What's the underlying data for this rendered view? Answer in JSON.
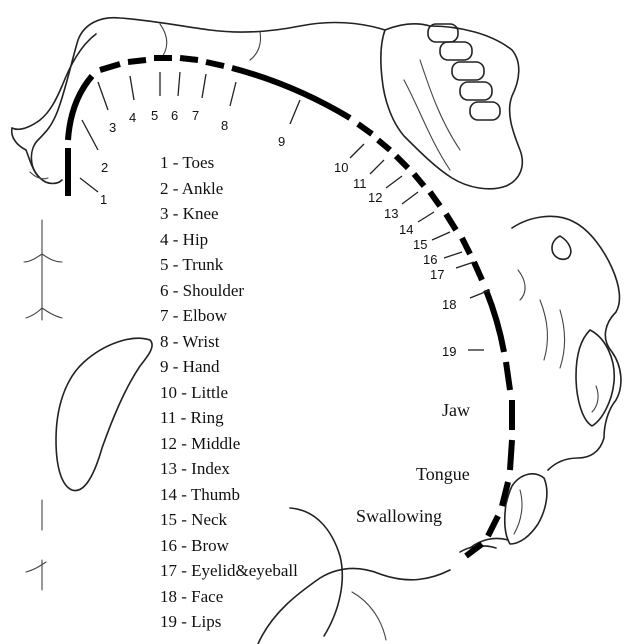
{
  "legend": [
    "1 - Toes",
    "2 - Ankle",
    "3 - Knee",
    "4 - Hip",
    "5 - Trunk",
    "6 - Shoulder",
    "7 - Elbow",
    "8 - Wrist",
    "9 - Hand",
    "10 - Little",
    "11 - Ring",
    "12 - Middle",
    "13 - Index",
    "14 - Thumb",
    "15 - Neck",
    "16 - Brow",
    "17 - Eyelid&eyeball",
    "18 - Face",
    "19 - Lips"
  ],
  "numbers": [
    "1",
    "2",
    "3",
    "4",
    "5",
    "6",
    "7",
    "8",
    "9",
    "10",
    "11",
    "12",
    "13",
    "14",
    "15",
    "16",
    "17",
    "18",
    "19"
  ],
  "regions": {
    "jaw": "Jaw",
    "tongue": "Tongue",
    "swallowing": "Swallowing"
  }
}
